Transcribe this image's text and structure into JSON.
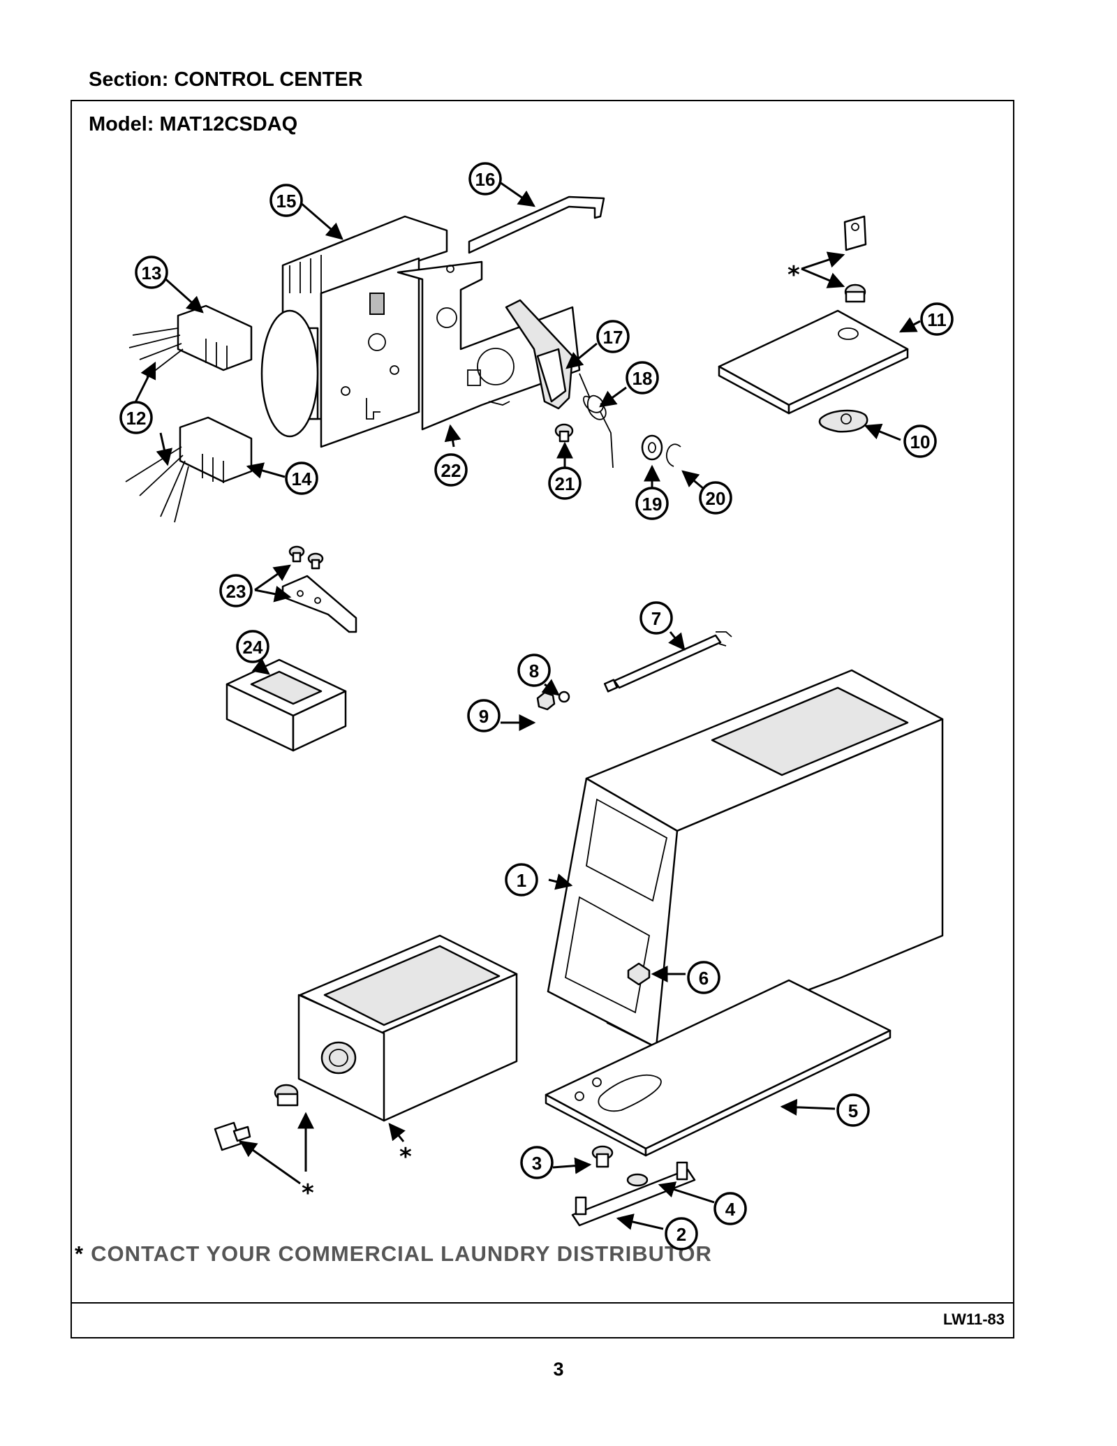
{
  "header": {
    "section": "Section:  CONTROL CENTER",
    "model": "Model:  MAT12CSDAQ"
  },
  "callouts": [
    "1",
    "2",
    "3",
    "4",
    "5",
    "6",
    "7",
    "8",
    "9",
    "10",
    "11",
    "12",
    "13",
    "14",
    "15",
    "16",
    "17",
    "18",
    "19",
    "20",
    "21",
    "22",
    "23",
    "24"
  ],
  "asterisk": "*",
  "footer": {
    "contact_mark": "*",
    "contact": "CONTACT YOUR COMMERCIAL LAUNDRY DISTRIBUTOR",
    "doc_code": "LW11-83",
    "page_number": "3"
  }
}
